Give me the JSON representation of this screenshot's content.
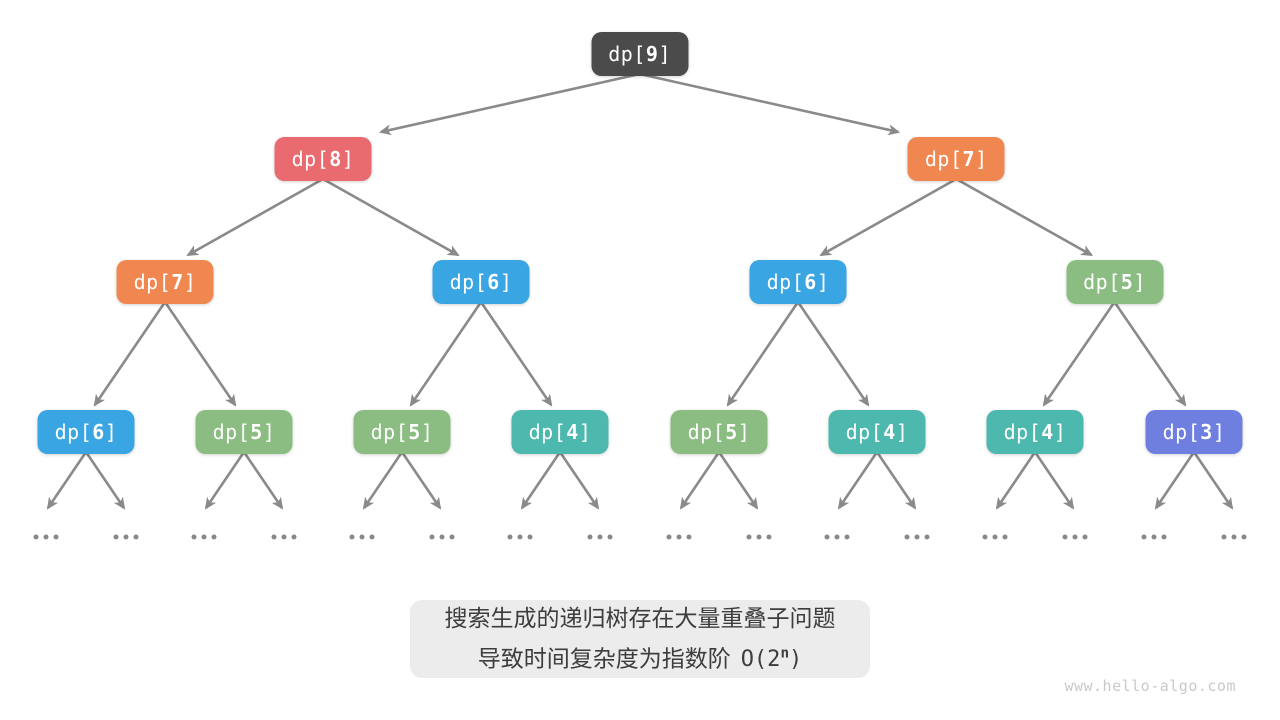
{
  "diagram": {
    "node_label_prefix": "dp[",
    "node_label_suffix": "]",
    "levels": [
      {
        "nodes": [
          {
            "value": "9",
            "color": "dark"
          }
        ]
      },
      {
        "nodes": [
          {
            "value": "8",
            "color": "red"
          },
          {
            "value": "7",
            "color": "orange"
          }
        ]
      },
      {
        "nodes": [
          {
            "value": "7",
            "color": "orange"
          },
          {
            "value": "6",
            "color": "blue"
          },
          {
            "value": "6",
            "color": "blue"
          },
          {
            "value": "5",
            "color": "green"
          }
        ]
      },
      {
        "nodes": [
          {
            "value": "6",
            "color": "blue"
          },
          {
            "value": "5",
            "color": "green"
          },
          {
            "value": "5",
            "color": "green"
          },
          {
            "value": "4",
            "color": "teal"
          },
          {
            "value": "5",
            "color": "green"
          },
          {
            "value": "4",
            "color": "teal"
          },
          {
            "value": "4",
            "color": "teal"
          },
          {
            "value": "3",
            "color": "purple"
          }
        ]
      }
    ],
    "leaf_ellipsis": "...",
    "colors": {
      "dark": "#4b4b4b",
      "red": "#e96a6f",
      "orange": "#f08650",
      "blue": "#3aa5e3",
      "green": "#8bbc82",
      "teal": "#4db8ad",
      "purple": "#6e7fe0",
      "arrow": "#8a8a8a",
      "dot": "#898989"
    }
  },
  "caption": {
    "line1": "搜索生成的递归树存在大量重叠子问题",
    "line2_text": "导致时间复杂度为指数阶",
    "formula_prefix": "O(2",
    "formula_sup": "n",
    "formula_suffix": ")"
  },
  "watermark": "www.hello-algo.com"
}
